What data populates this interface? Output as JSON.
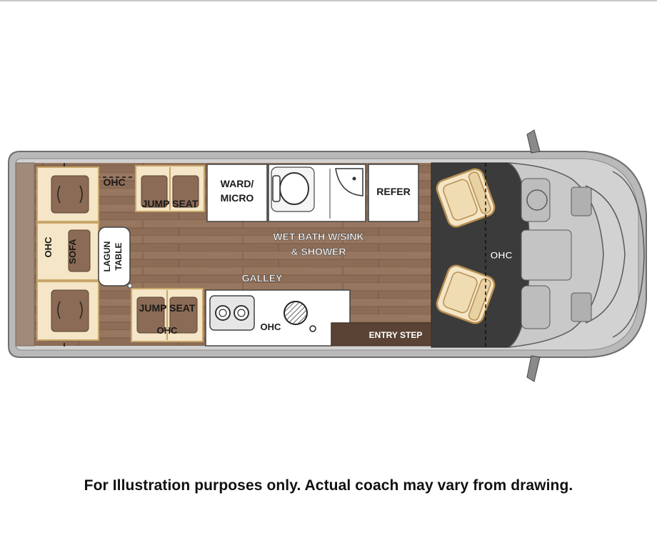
{
  "labels": {
    "ohc_rear": "OHC",
    "ohc_side": "OHC",
    "sofa": "SOFA",
    "lagun_table": [
      "LAGUN",
      "TABLE"
    ],
    "jump_seat_top": "JUMP SEAT",
    "jump_seat_bottom": "JUMP SEAT",
    "ohc_jump": "OHC",
    "ward_micro": [
      "WARD/",
      "MICRO"
    ],
    "refer": "REFER",
    "wet_bath": [
      "WET BATH W/SINK",
      "& SHOWER"
    ],
    "galley": "GALLEY",
    "ohc_galley": "OHC",
    "entry_step": "ENTRY STEP",
    "ohc_cab": "OHC"
  },
  "disclaimer": "For Illustration purposes only.  Actual coach may vary from drawing.",
  "colors": {
    "wood": "#8b6b55",
    "wood_light": "#a3826b",
    "wall": "#9b9b9b",
    "cab_floor": "#3a3a3a",
    "cushion": "#f4e6c6",
    "cushion_edge": "#c9a66b",
    "entry_step": "#5a4334"
  }
}
